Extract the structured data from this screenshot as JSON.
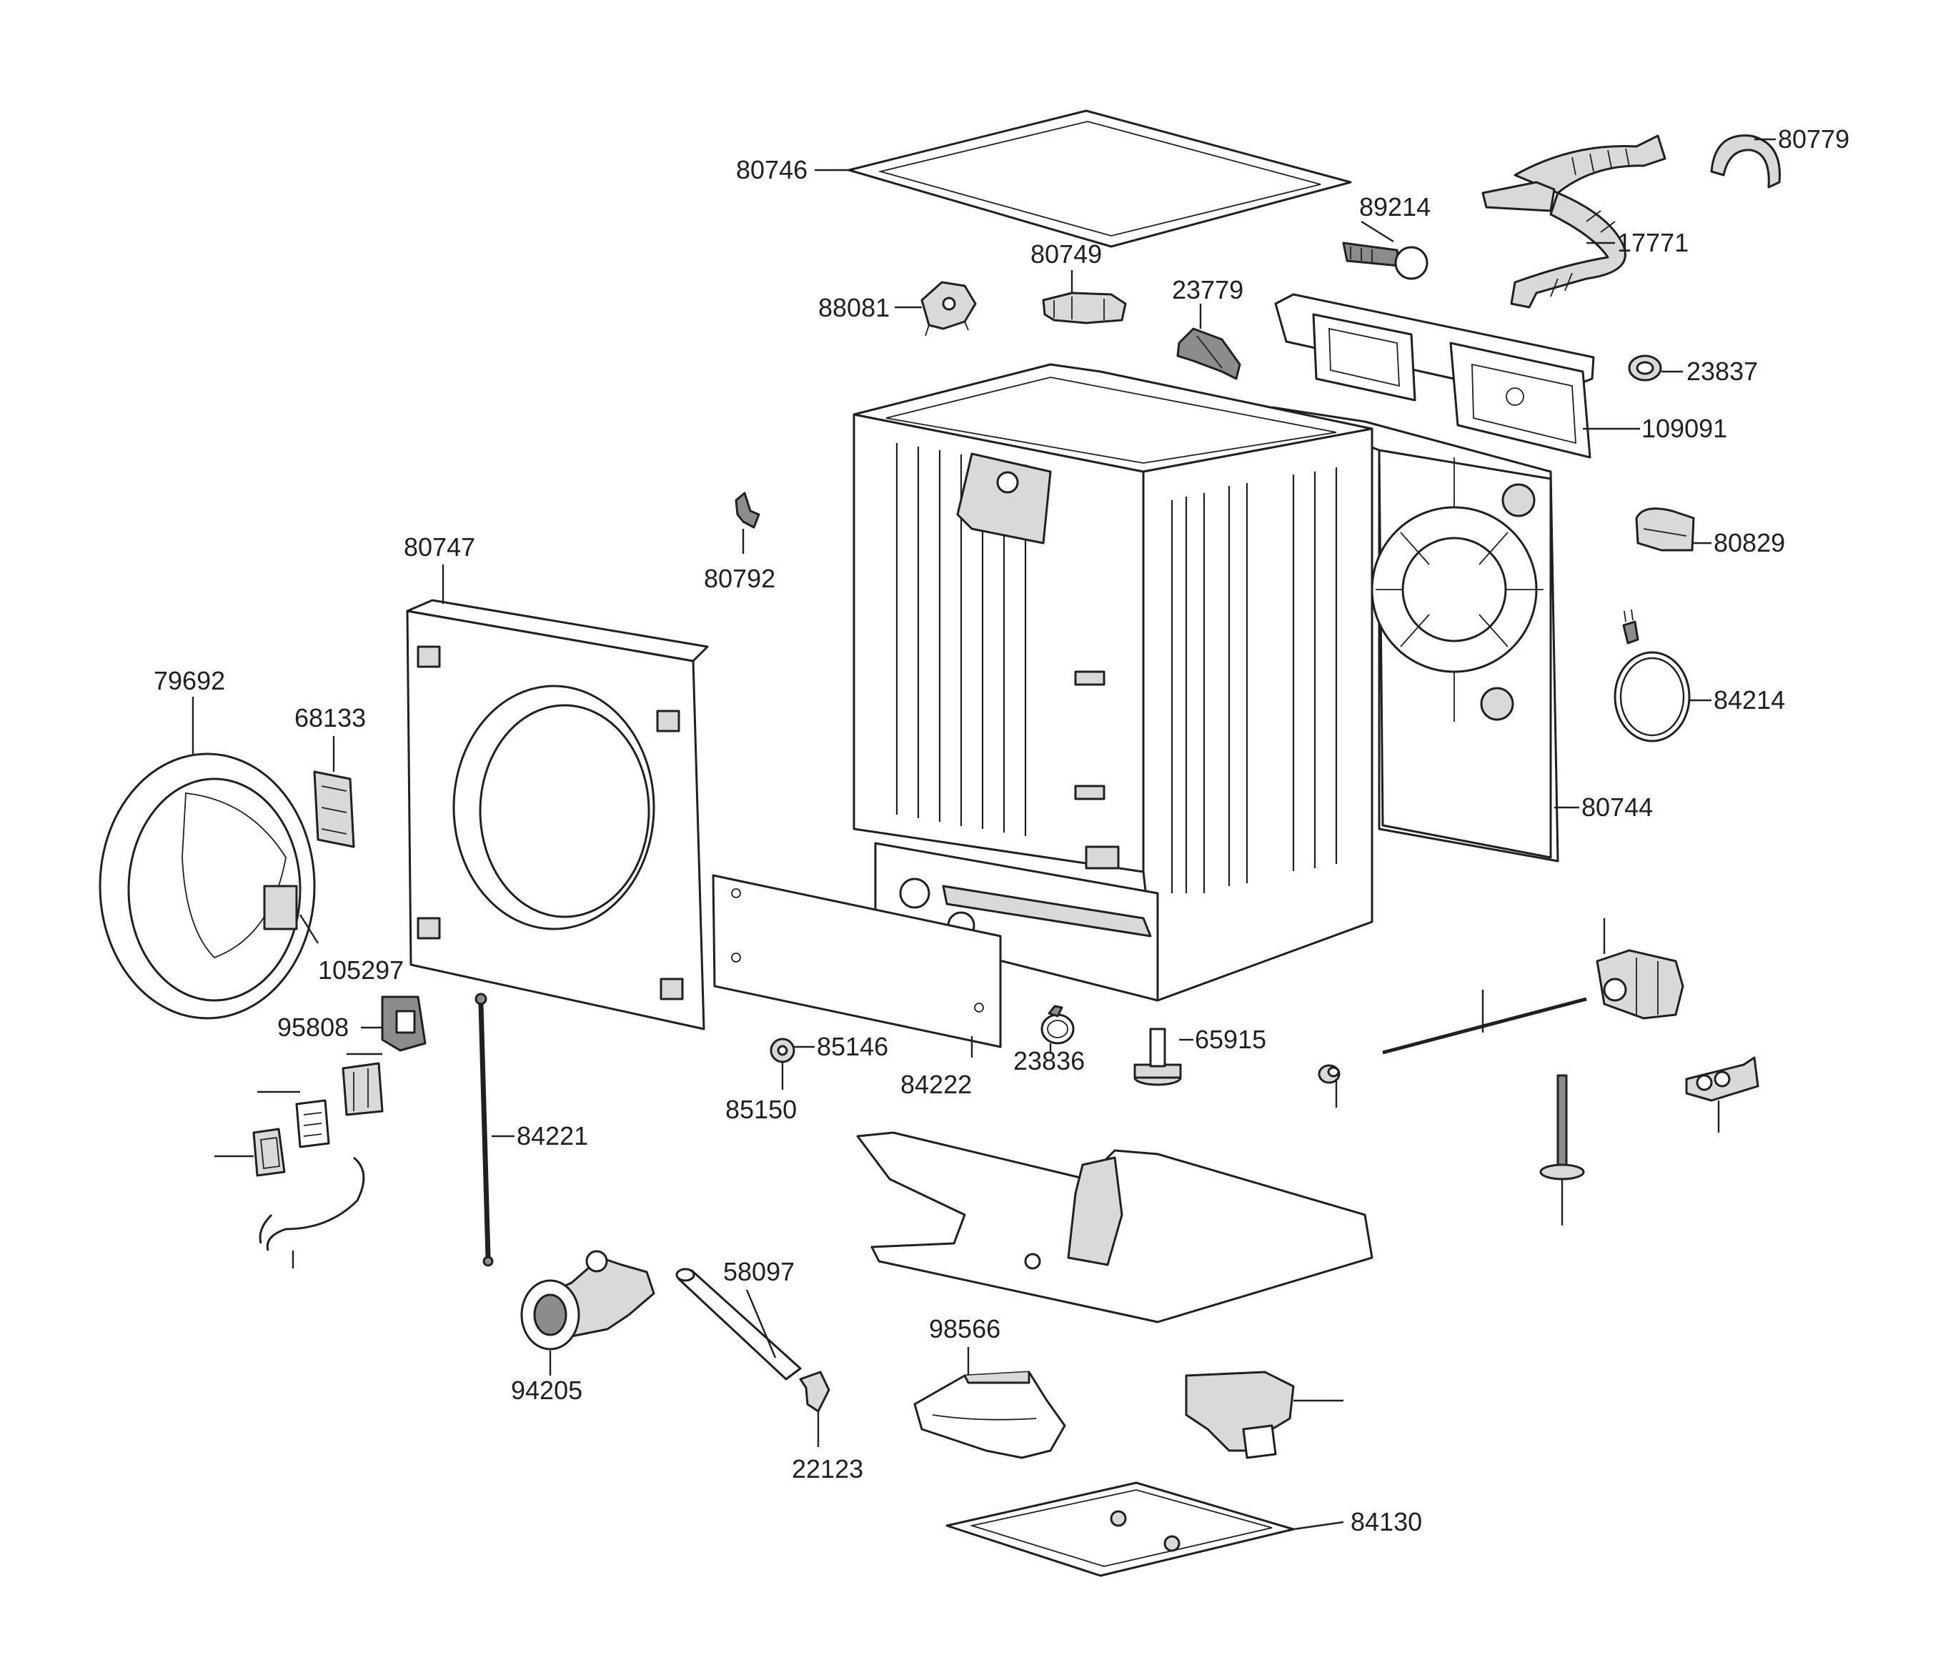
{
  "diagram": {
    "title": "",
    "labels": {
      "p80746": "80746",
      "p80779": "80779",
      "p89214": "89214",
      "p17771": "17771",
      "p80749": "80749",
      "p88081": "88081",
      "p23779": "23779",
      "p23837": "23837",
      "p109091": "109091",
      "p80747": "80747",
      "p80792": "80792",
      "p80829": "80829",
      "p79692": "79692",
      "p68133": "68133",
      "p84214": "84214",
      "p80744": "80744",
      "p105297": "105297",
      "p95808": "95808",
      "p85146": "85146",
      "p23836": "23836",
      "p65915": "65915",
      "p84222": "84222",
      "p85150": "85150",
      "p84221": "84221",
      "p58097": "58097",
      "p98566": "98566",
      "p94205": "94205",
      "p22123": "22123",
      "p84130": "84130"
    }
  }
}
